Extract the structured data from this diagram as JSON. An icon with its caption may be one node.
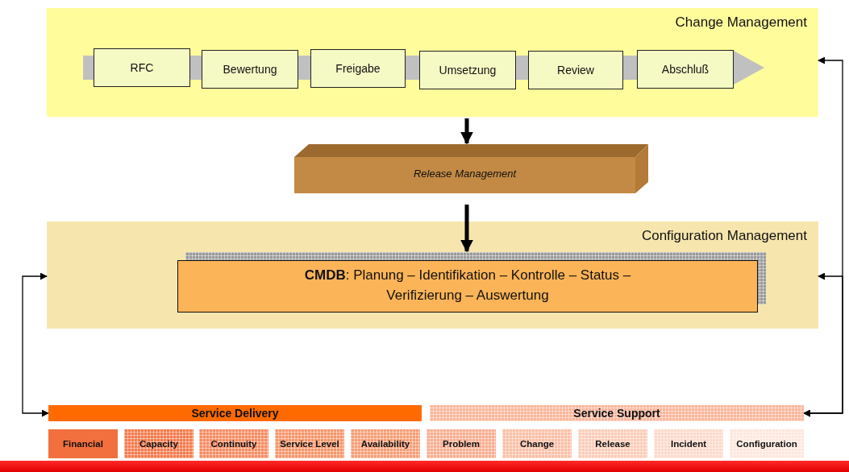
{
  "diagram": {
    "nodes": [
      {
        "text": [
          "Change Management"
        ]
      },
      {
        "text": [
          "RFC"
        ],
        "in": 0
      },
      {
        "text": [
          "Bewertung"
        ],
        "in": 0
      },
      {
        "text": [
          "Freigabe"
        ],
        "in": 0
      },
      {
        "text": [
          "Umsetzung"
        ],
        "in": 0
      },
      {
        "text": [
          "Review"
        ],
        "in": 0
      },
      {
        "text": [
          "Abschluß"
        ],
        "in": 0
      },
      {
        "text": [
          "Release Management"
        ]
      },
      {
        "text": [
          "Configuration Management"
        ]
      },
      {
        "text": [
          "**CMDB**: Planung – Identifikation – Kontrolle – Status – Verifizierung – Auswertung"
        ],
        "in": 8
      },
      {
        "text": [
          "Service Delivery"
        ]
      },
      {
        "text": [
          "Financial"
        ]
      },
      {
        "text": [
          "Capacity"
        ]
      },
      {
        "text": [
          "Continuity"
        ]
      },
      {
        "text": [
          "Service Level"
        ]
      },
      {
        "text": [
          "Availability"
        ]
      },
      {
        "text": [
          "Service Support"
        ]
      },
      {
        "text": [
          "Problem"
        ]
      },
      {
        "text": [
          "Change"
        ]
      },
      {
        "text": [
          "Release"
        ]
      },
      {
        "text": [
          "Incident"
        ]
      },
      {
        "text": [
          "Configuration"
        ]
      }
    ],
    "edges": [
      {
        "from": 0,
        "to": 7,
        "arrow": "to",
        "style": "thick"
      },
      {
        "from": 7,
        "to": 9,
        "arrow": "to",
        "style": "thick"
      },
      {
        "from": 10,
        "to": 8,
        "arrow": "both"
      },
      {
        "from": 16,
        "to": 0,
        "arrow": "both"
      },
      {
        "from": 16,
        "to": 8,
        "arrow": "both"
      }
    ]
  }
}
